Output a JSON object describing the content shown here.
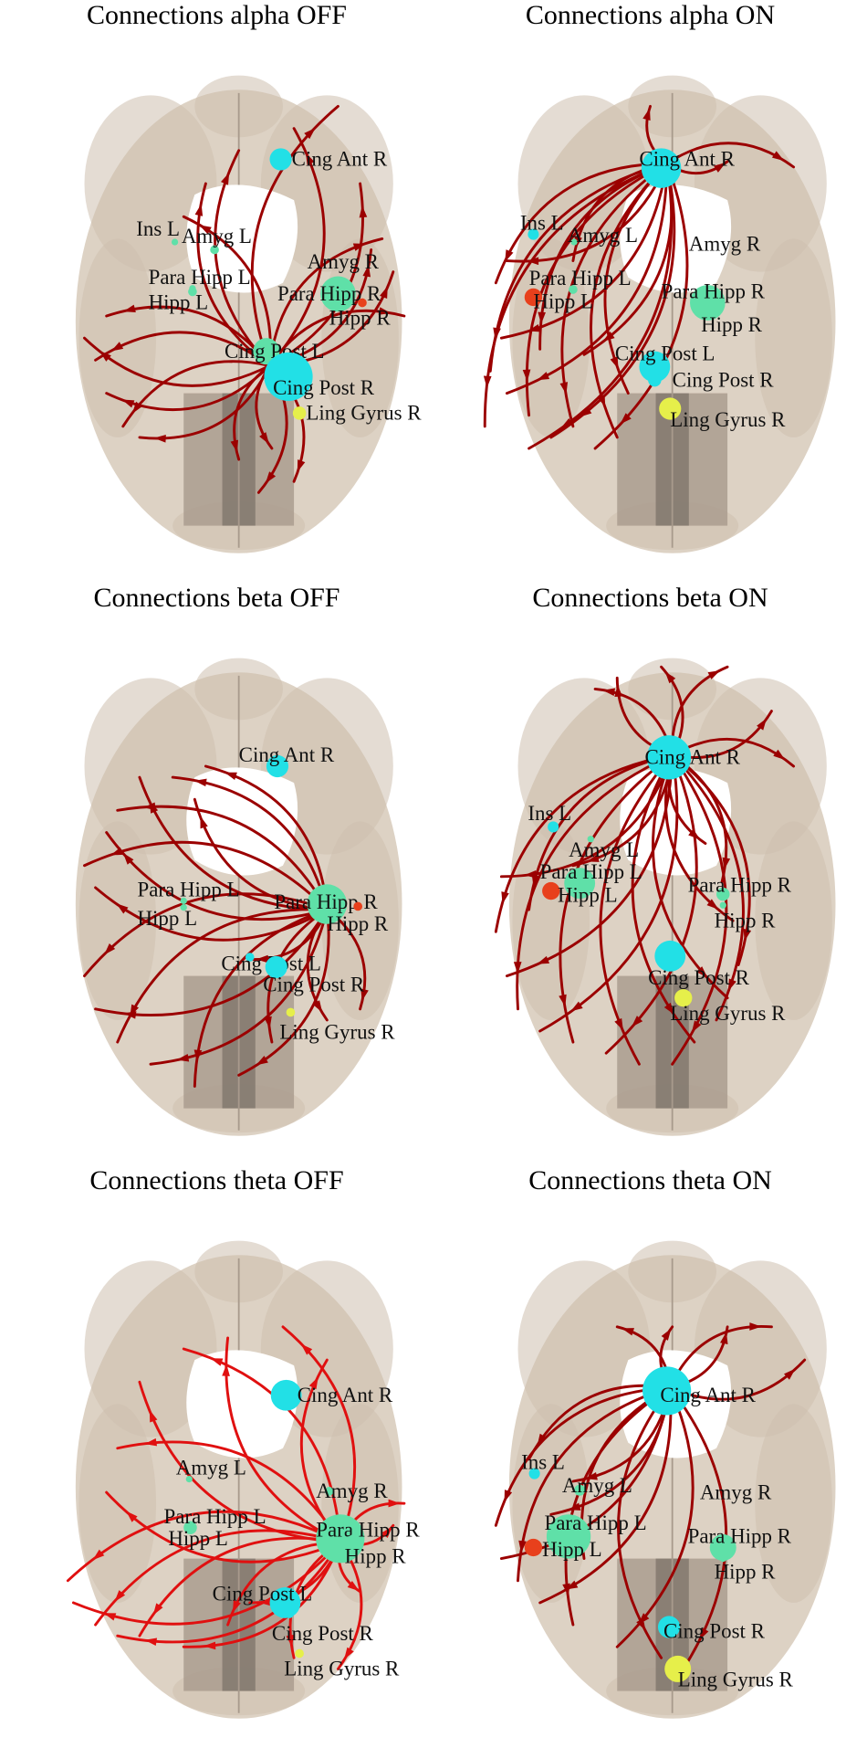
{
  "colors": {
    "brain_light": "#ddd2c4",
    "brain_mid": "#cdbfae",
    "brain_dark": "#a89a8c",
    "brain_darkest": "#7f756c",
    "ventricle": "#ffffff",
    "arrow_dark_red": "#9b0000",
    "arrow_bright_red": "#e01010",
    "node_cyan": "#22e0e6",
    "node_green": "#5fe0a8",
    "node_yellow": "#e6ef4a",
    "node_red": "#e8401c"
  },
  "panels": [
    {
      "id": "alpha-off",
      "title": "Connections alpha OFF",
      "arrow_color": "arrow_dark_red",
      "hub": "Cing Post R",
      "labels": [
        "Cing Ant R",
        "Ins L",
        "Amyg L",
        "Amyg R",
        "Para Hipp L",
        "Hipp L",
        "Para Hipp R",
        "Hipp R",
        "Cing Post L",
        "Cing Post R",
        "Ling Gyrus R"
      ]
    },
    {
      "id": "alpha-on",
      "title": "Connections alpha ON",
      "arrow_color": "arrow_dark_red",
      "hub": "Cing Ant R",
      "labels": [
        "Cing Ant R",
        "Ins L",
        "Amyg L",
        "Amyg R",
        "Para Hipp L",
        "Hipp L",
        "Para Hipp R",
        "Hipp R",
        "Cing Post L",
        "Cing Post R",
        "Ling Gyrus R"
      ]
    },
    {
      "id": "beta-off",
      "title": "Connections beta OFF",
      "arrow_color": "arrow_dark_red",
      "hub": "Para Hipp R",
      "labels": [
        "Cing Ant R",
        "Para Hipp L",
        "Hipp L",
        "Para Hipp R",
        "Hipp R",
        "Cing Post L",
        "Cing Post R",
        "Ling Gyrus R"
      ]
    },
    {
      "id": "beta-on",
      "title": "Connections beta ON",
      "arrow_color": "arrow_dark_red",
      "hub": "Cing Ant R",
      "labels": [
        "Cing Ant R",
        "Ins L",
        "Amyg L",
        "Para Hipp L",
        "Hipp L",
        "Para Hipp R",
        "Hipp R",
        "Cing Post R",
        "Ling Gyrus R"
      ]
    },
    {
      "id": "theta-off",
      "title": "Connections theta OFF",
      "arrow_color": "arrow_bright_red",
      "hub": "Para Hipp R",
      "labels": [
        "Cing Ant R",
        "Amyg L",
        "Amyg R",
        "Para Hipp L",
        "Hipp L",
        "Para Hipp R",
        "Hipp R",
        "Cing Post L",
        "Cing Post R",
        "Ling Gyrus R"
      ]
    },
    {
      "id": "theta-on",
      "title": "Connections theta ON",
      "arrow_color": "arrow_dark_red",
      "hub": "Cing Ant R",
      "labels": [
        "Cing Ant R",
        "Ins L",
        "Amyg L",
        "Amyg R",
        "Para Hipp L",
        "Hipp L",
        "Para Hipp R",
        "Hipp R",
        "Cing Post R",
        "Ling Gyrus R"
      ]
    }
  ]
}
